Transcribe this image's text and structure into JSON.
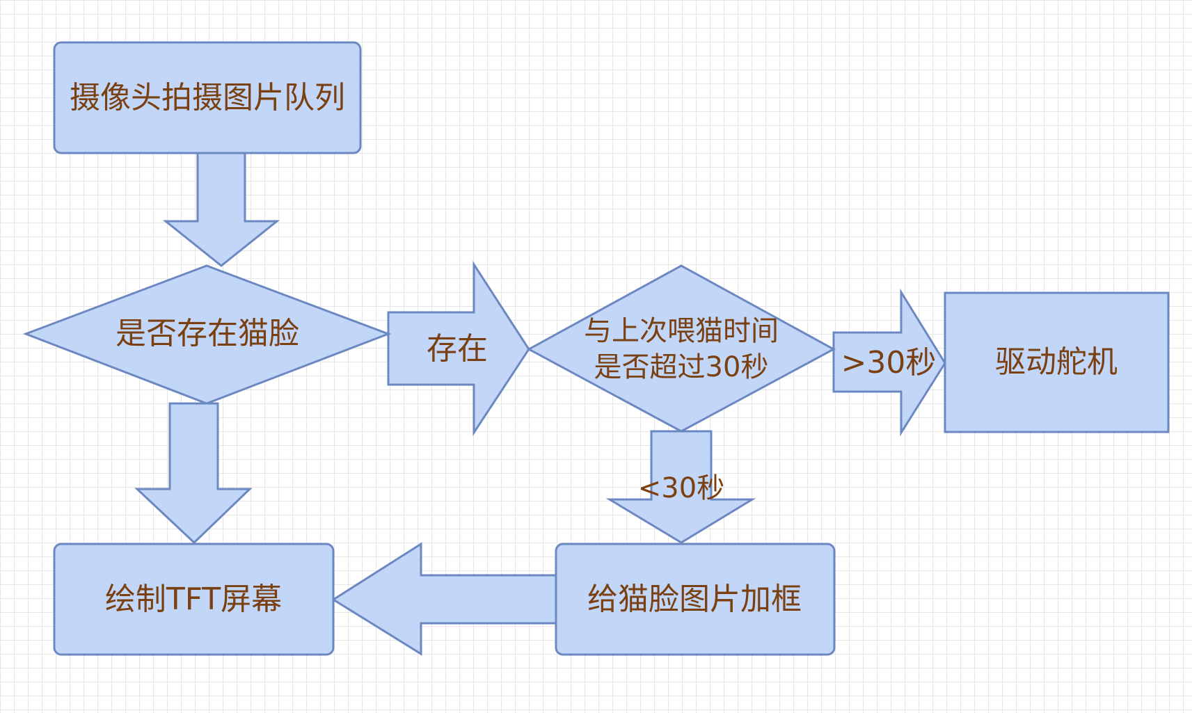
{
  "nodes": {
    "capture": "摄像头拍摄图片队列",
    "face_exists": "是否存在猫脸",
    "time_check_line1": "与上次喂猫时间",
    "time_check_line2": "是否超过30秒",
    "servo": "驱动舵机",
    "draw_tft": "绘制TFT屏幕",
    "frame_face": "给猫脸图片加框"
  },
  "edges": {
    "exists": "存在",
    "over_30s": ">30秒",
    "under_30s": "<30秒"
  },
  "colors": {
    "fill": "#c2d6f8",
    "stroke": "#6b88c0",
    "text": "#7a4012",
    "grid": "#e6e6e6"
  }
}
